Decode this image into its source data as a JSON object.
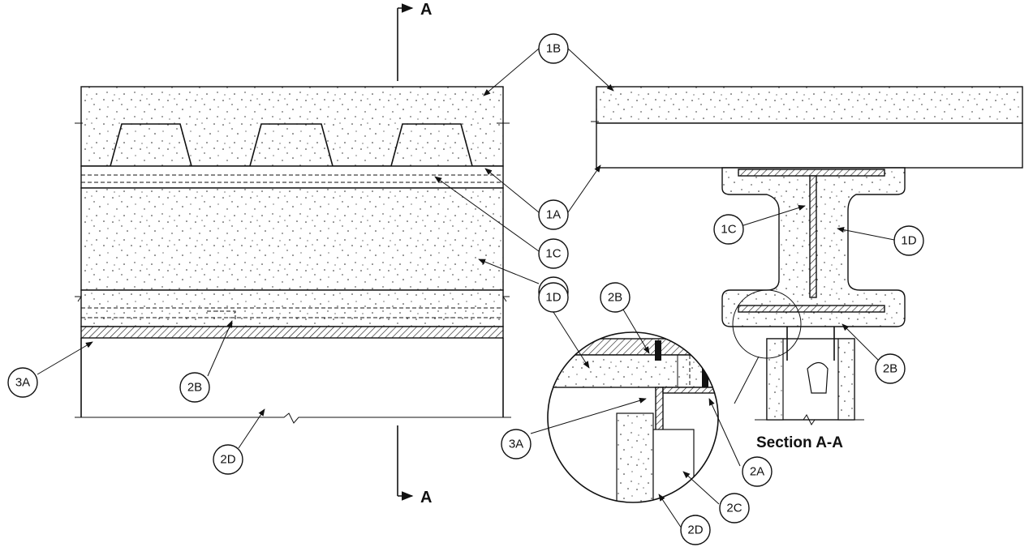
{
  "section_marks": {
    "top_letter": "A",
    "bottom_letter": "A"
  },
  "section_title": "Section A-A",
  "callouts": {
    "c1B": "1B",
    "c1A": "1A",
    "c1C_left": "1C",
    "c1D_left": "1D",
    "c2B_left": "2B",
    "c3A_left": "3A",
    "c2D_left": "2D",
    "c1C_right": "1C",
    "c1D_right": "1D",
    "c2B_right": "2B",
    "c2B_detail": "2B",
    "c1D_detail": "1D",
    "c3A_detail": "3A",
    "c2A_detail": "2A",
    "c2C_detail": "2C",
    "c2D_detail": "2D"
  }
}
